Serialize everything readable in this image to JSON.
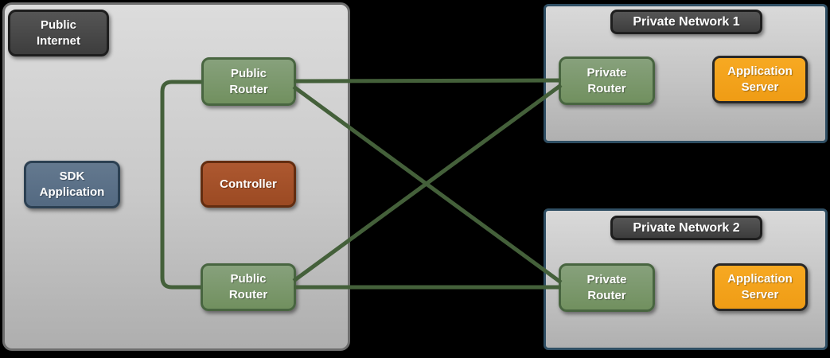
{
  "public_internet": {
    "label": "Public\nInternet",
    "sdk_application": "SDK\nApplication",
    "controller": "Controller",
    "public_router_top": "Public\nRouter",
    "public_router_bottom": "Public\nRouter"
  },
  "private_network_1": {
    "title": "Private Network 1",
    "router": "Private\nRouter",
    "server": "Application\nServer"
  },
  "private_network_2": {
    "title": "Private Network 2",
    "router": "Private\nRouter",
    "server": "Application\nServer"
  },
  "colors": {
    "background": "#000000",
    "link_line": "#44603a",
    "router_green_fill": "#7d9873",
    "router_green_border": "#486540",
    "controller_fill": "#a5522b",
    "sdk_fill": "#5d7389",
    "server_orange_fill": "#f5a31f",
    "dark_label_fill": "#4a4a4a",
    "public_internet_border": "#6e6e6e",
    "private_network_border": "#2f4e63"
  }
}
